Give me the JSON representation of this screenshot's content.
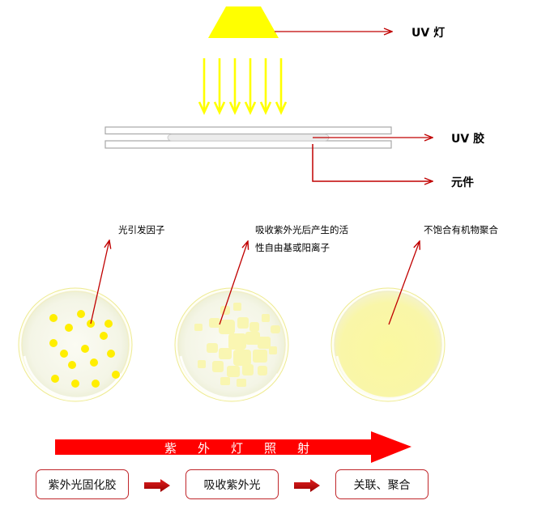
{
  "top_diagram": {
    "lamp_label": "UV 灯",
    "glue_label": "UV 胶",
    "component_label": "元件",
    "lamp_color": "#ffff00",
    "ray_color": "#ffff00",
    "leader_color": "#c00000",
    "ray_count": 6
  },
  "stages": [
    {
      "note_lines": [
        "光引发因子"
      ],
      "state": "scattered-photoinitiator-dots"
    },
    {
      "note_lines": [
        "吸收紫外光后产生的活",
        "性自由基或阳离子"
      ],
      "state": "partial-reaction"
    },
    {
      "note_lines": [
        "不饱合有机物聚合"
      ],
      "state": "fully-polymerized"
    }
  ],
  "banner": {
    "text": [
      "紫",
      "外",
      "灯",
      "照",
      "射"
    ],
    "color": "#ff0000"
  },
  "process_steps": [
    {
      "label": "紫外光固化胶"
    },
    {
      "label": "吸收紫外光"
    },
    {
      "label": "关联、聚合"
    }
  ],
  "colors": {
    "box_border": "#c0262b",
    "small_arrow": "#c00000",
    "dish_fill": "#f7f8ee",
    "polymer_fill": "#fbf8a8"
  }
}
